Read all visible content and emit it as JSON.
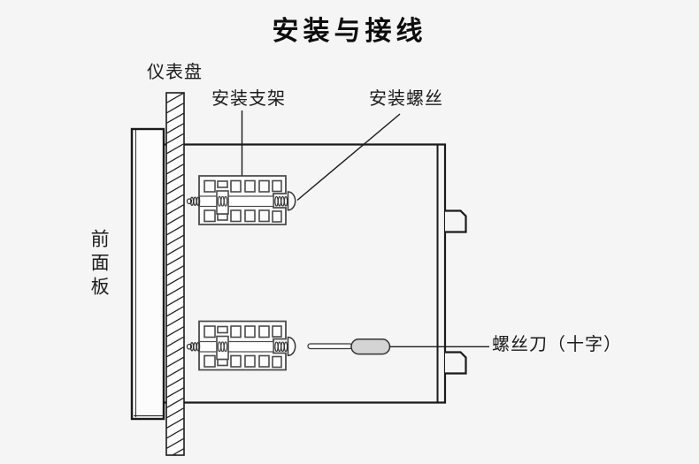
{
  "title": "安装与接线",
  "labels": {
    "instrument_panel": "仪表盘",
    "mounting_bracket": "安装支架",
    "mounting_screw": "安装螺丝",
    "front_panel": "前面板",
    "screwdriver": "螺丝刀（十字）"
  },
  "diagram": {
    "description": "panel meter installation side view",
    "parts": [
      "front-panel-bezel",
      "instrument-panel-hatched-wall",
      "meter-body",
      "mounting-bracket-top",
      "mounting-bracket-bottom",
      "mounting-screw",
      "case-latch-top",
      "case-latch-bottom",
      "phillips-screwdriver"
    ]
  },
  "colors": {
    "background": "#f5f5f5",
    "outline": "#1a1a1a",
    "bracket_stroke": "#4a4a4a",
    "screwdriver_handle": "#d4d4d4",
    "text": "#1c1c1c"
  }
}
